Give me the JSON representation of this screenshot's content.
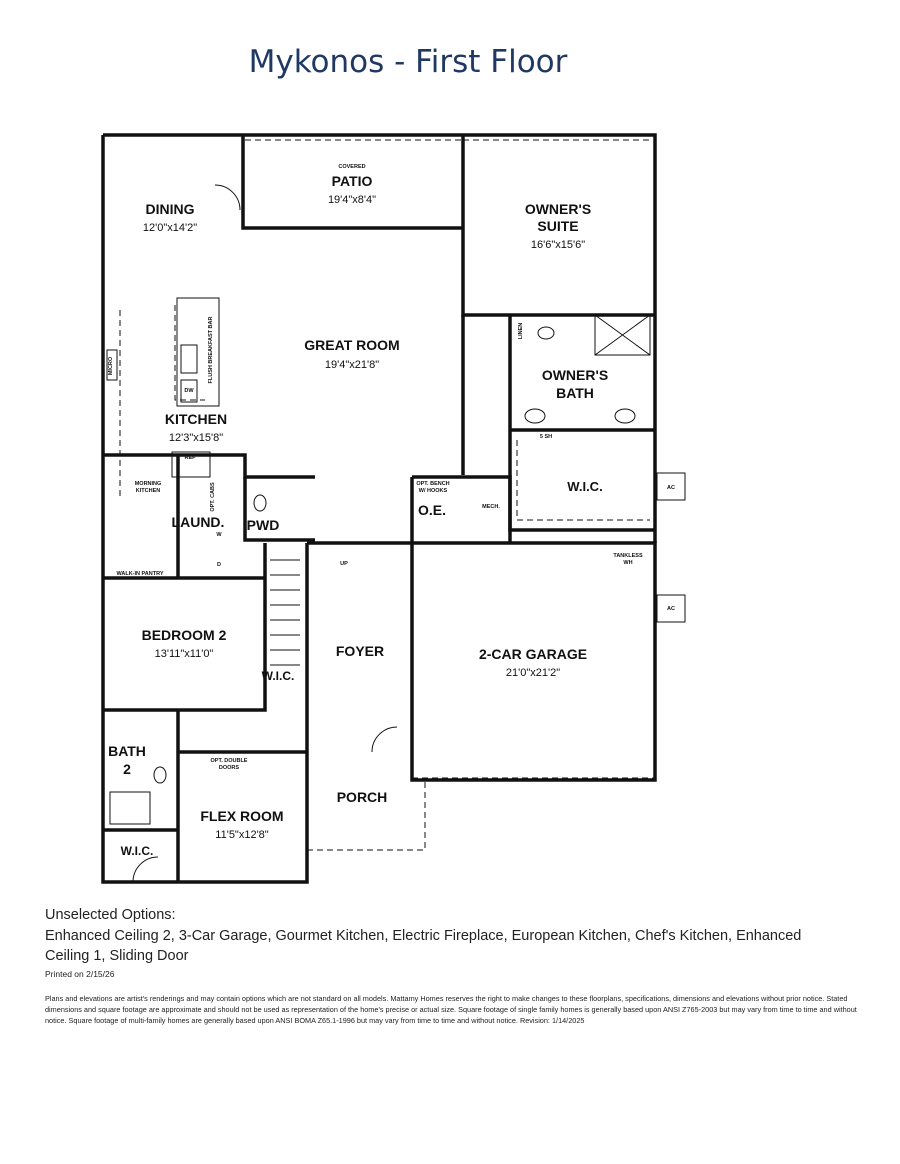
{
  "title": "Mykonos - First Floor",
  "rooms": {
    "patio": {
      "tag": "COVERED",
      "name": "PATIO",
      "dim": "19'4\"x8'4\""
    },
    "dining": {
      "name": "DINING",
      "dim": "12'0\"x14'2\""
    },
    "owners_suite": {
      "name1": "OWNER'S",
      "name2": "SUITE",
      "dim": "16'6\"x15'6\""
    },
    "great_room": {
      "name": "GREAT ROOM",
      "dim": "19'4\"x21'8\""
    },
    "kitchen": {
      "name": "KITCHEN",
      "dim": "12'3\"x15'8\""
    },
    "owners_bath": {
      "name1": "OWNER'S",
      "name2": "BATH"
    },
    "wic_owner": {
      "name": "W.I.C."
    },
    "laundry": {
      "name": "LAUND."
    },
    "powder": {
      "name": "PWD"
    },
    "owners_entry": {
      "name": "O.E."
    },
    "bedroom2": {
      "name": "BEDROOM 2",
      "dim": "13'11\"x11'0\""
    },
    "foyer": {
      "name": "FOYER"
    },
    "garage": {
      "name": "2-CAR GARAGE",
      "dim": "21'0\"x21'2\""
    },
    "wic_bed": {
      "name": "W.I.C."
    },
    "bath2": {
      "name1": "BATH",
      "name2": "2"
    },
    "flex": {
      "name": "FLEX ROOM",
      "dim": "11'5\"x12'8\""
    },
    "porch": {
      "name": "PORCH"
    },
    "wic_bath2": {
      "name": "W.I.C."
    }
  },
  "fixtures": {
    "micro": "MICRO",
    "dw": "DW",
    "bar": "FLUSH BREAKFAST BAR",
    "ref": "REF",
    "morning1": "MORNING",
    "morning2": "KITCHEN",
    "pantry": "WALK-IN PANTRY",
    "optcabs": "OPT. CABS",
    "w": "W",
    "d": "D",
    "linen": "LINEN",
    "ssh": "5 SH",
    "bench1": "OPT. BENCH",
    "bench2": "W/ HOOKS",
    "mech": "MECH.",
    "ac1": "AC",
    "ac2": "AC",
    "tankless1": "TANKLESS",
    "tankless2": "WH",
    "up": "UP",
    "dbl1": "OPT. DOUBLE",
    "dbl2": "DOORS"
  },
  "options": {
    "heading": "Unselected Options:",
    "list": "Enhanced Ceiling 2, 3-Car Garage, Gourmet Kitchen, Electric Fireplace, European Kitchen, Chef's Kitchen, Enhanced Ceiling 1, Sliding Door"
  },
  "printed": "Printed on 2/15/26",
  "disclaimer": "Plans and elevations are artist's renderings and may contain options which are not standard on all models. Mattamy Homes reserves the right to make changes to these floorplans, specifications, dimensions and elevations without prior notice. Stated dimensions and square footage are approximate and should not be used as representation of the home's precise or actual size. Square footage of single family homes is generally based upon ANSI Z765-2003 but may vary from time to time and without notice. Square footage of multi-family homes are generally based upon ANSI BOMA Z65.1-1996 but may vary from time to time and without notice. Revision: 1/14/2025"
}
